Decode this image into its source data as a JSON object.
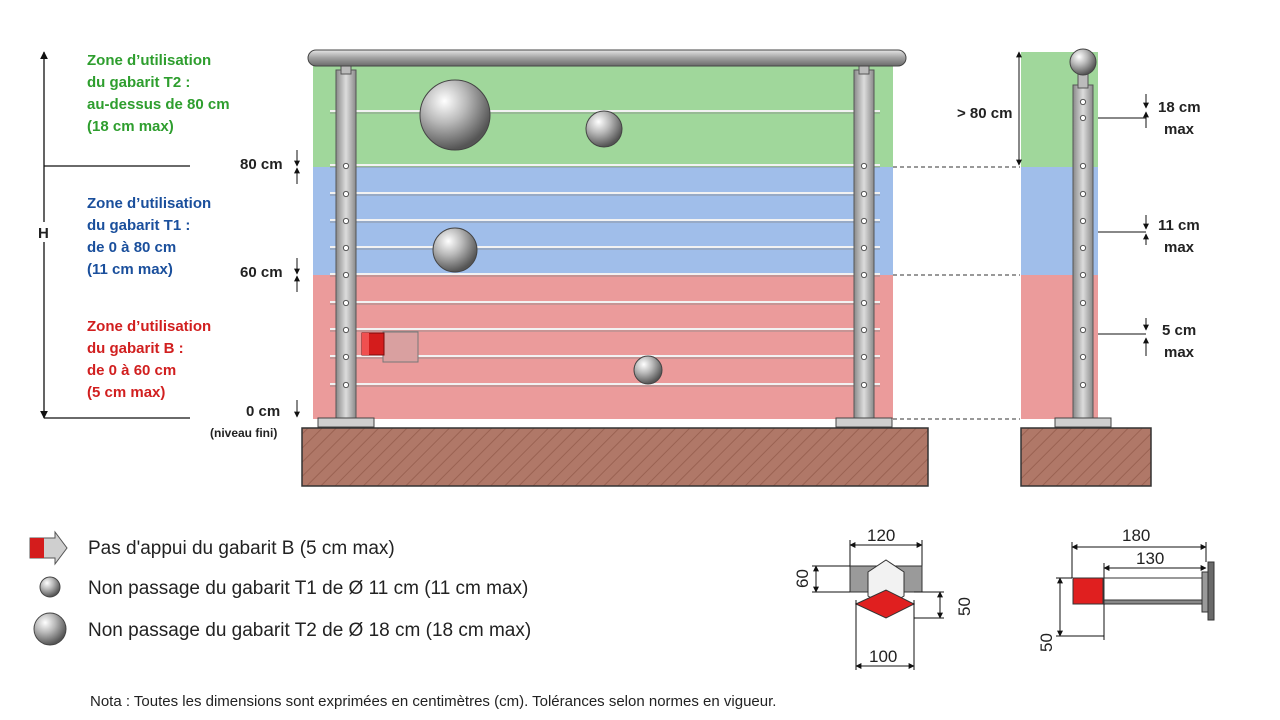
{
  "zones": {
    "t2": {
      "lines": [
        "Zone d’utilisation",
        "du gabarit T2 :",
        "au-dessus de 80 cm",
        "(18 cm max)"
      ],
      "color": "#2e9e2e",
      "fill": "#8fd08a"
    },
    "t1": {
      "lines": [
        "Zone d’utilisation",
        "du gabarit T1 :",
        "de 0 à 80 cm",
        "(11 cm max)"
      ],
      "color": "#1a4f9c",
      "fill": "#8fb3e6"
    },
    "b": {
      "lines": [
        "Zone d’utilisation",
        "du gabarit B :",
        "de 0 à 60 cm",
        "(5 cm max)"
      ],
      "color": "#d11f1f",
      "fill": "#e88a8a"
    }
  },
  "heights": {
    "h_label": "H",
    "h80": "80 cm",
    "h60": "60 cm",
    "h0": "0 cm",
    "niveau": "(niveau fini)"
  },
  "side": {
    "over80": "> 80 cm",
    "gap18": [
      "18 cm",
      "max"
    ],
    "gap11": [
      "11 cm",
      "max"
    ],
    "gap5": [
      "5 cm",
      "max"
    ]
  },
  "legend": {
    "b": "Pas d'appui du gabarit B (5 cm max)",
    "t1": "Non passage du gabarit T1 de Ø 11 cm (11 cm max)",
    "t2": "Non passage du gabarit T2 de Ø 18 cm (18 cm max)"
  },
  "details": {
    "d120": "120",
    "d60": "60",
    "d50a": "50",
    "d100": "100",
    "d180": "180",
    "d130": "130",
    "d50b": "50"
  },
  "note": "Nota : Toutes les dimensions sont exprimées en centimètres (cm). Tolérances selon normes en vigueur.",
  "colors": {
    "ground": "#b07868",
    "post": "#b8b8b8",
    "dark": "#222222"
  }
}
